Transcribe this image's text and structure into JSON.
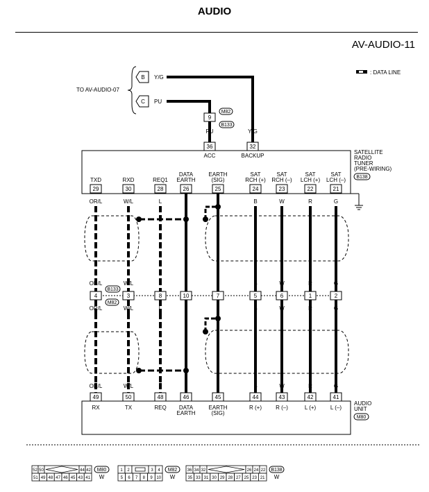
{
  "header": {
    "title": "AUDIO",
    "code": "AV-AUDIO-11"
  },
  "legend": {
    "label": ": DATA LINE"
  },
  "connect_to": {
    "label": "TO AV-AUDIO-07",
    "lines": [
      {
        "letter": "B",
        "color": "Y/G"
      },
      {
        "letter": "C",
        "color": "PU"
      }
    ]
  },
  "junction": {
    "pin": "9",
    "conn_a": "M82",
    "conn_b": "B133"
  },
  "tuner": {
    "name_lines": [
      "SATELLITE",
      "RADIO",
      "TUNER",
      "(PRE-WIRING)"
    ],
    "conn": "B138",
    "top_pins": [
      {
        "pin": "36",
        "name": "ACC",
        "color": "PU"
      },
      {
        "pin": "32",
        "name": "BACKUP",
        "color": "Y/G"
      }
    ],
    "bottom_pins": [
      {
        "pin": "29",
        "name1": "TXD",
        "name2": ""
      },
      {
        "pin": "30",
        "name1": "RXD",
        "name2": ""
      },
      {
        "pin": "28",
        "name1": "REQ1",
        "name2": ""
      },
      {
        "pin": "26",
        "name1": "DATA",
        "name2": "EARTH"
      },
      {
        "pin": "25",
        "name1": "EARTH",
        "name2": "(SIG)"
      },
      {
        "pin": "24",
        "name1": "SAT",
        "name2": "RCH (+)"
      },
      {
        "pin": "23",
        "name1": "SAT",
        "name2": "RCH (–)"
      },
      {
        "pin": "22",
        "name1": "SAT",
        "name2": "LCH (+)"
      },
      {
        "pin": "21",
        "name1": "SAT",
        "name2": "LCH (–)"
      }
    ]
  },
  "wires": {
    "colors": [
      "OR/L",
      "W/L",
      "L",
      "",
      "",
      "B",
      "W",
      "R",
      "G"
    ],
    "mid_pins": [
      "4",
      "3",
      "8",
      "10",
      "7",
      "5",
      "6",
      "1",
      "2"
    ],
    "mid_conn_a": "B133",
    "mid_conn_b": "M82"
  },
  "audio_unit": {
    "name_lines": [
      "AUDIO",
      "UNIT"
    ],
    "conn": "M80",
    "pins": [
      {
        "pin": "49",
        "name1": "RX",
        "name2": ""
      },
      {
        "pin": "50",
        "name1": "TX",
        "name2": ""
      },
      {
        "pin": "48",
        "name1": "REQ",
        "name2": ""
      },
      {
        "pin": "46",
        "name1": "DATA",
        "name2": "EARTH"
      },
      {
        "pin": "45",
        "name1": "EARTH",
        "name2": "(SIG)"
      },
      {
        "pin": "44",
        "name1": "R (+)",
        "name2": ""
      },
      {
        "pin": "43",
        "name1": "R (–)",
        "name2": ""
      },
      {
        "pin": "42",
        "name1": "L (+)",
        "name2": ""
      },
      {
        "pin": "41",
        "name1": "L (–)",
        "name2": ""
      }
    ]
  },
  "connectors": [
    {
      "id": "M80",
      "color": "W",
      "top": [
        "52",
        "50",
        "44",
        "42"
      ],
      "bottom": [
        "51",
        "49",
        "48",
        "47",
        "46",
        "45",
        "43",
        "41"
      ]
    },
    {
      "id": "M82",
      "color": "W",
      "top": [
        "1",
        "2",
        "3",
        "4"
      ],
      "bottom": [
        "5",
        "6",
        "7",
        "8",
        "9",
        "10"
      ]
    },
    {
      "id": "B138",
      "color": "W",
      "top": [
        "36",
        "34",
        "32",
        "26",
        "24",
        "22"
      ],
      "bottom": [
        "35",
        "33",
        "31",
        "30",
        "29",
        "28",
        "27",
        "25",
        "23",
        "21"
      ]
    }
  ]
}
